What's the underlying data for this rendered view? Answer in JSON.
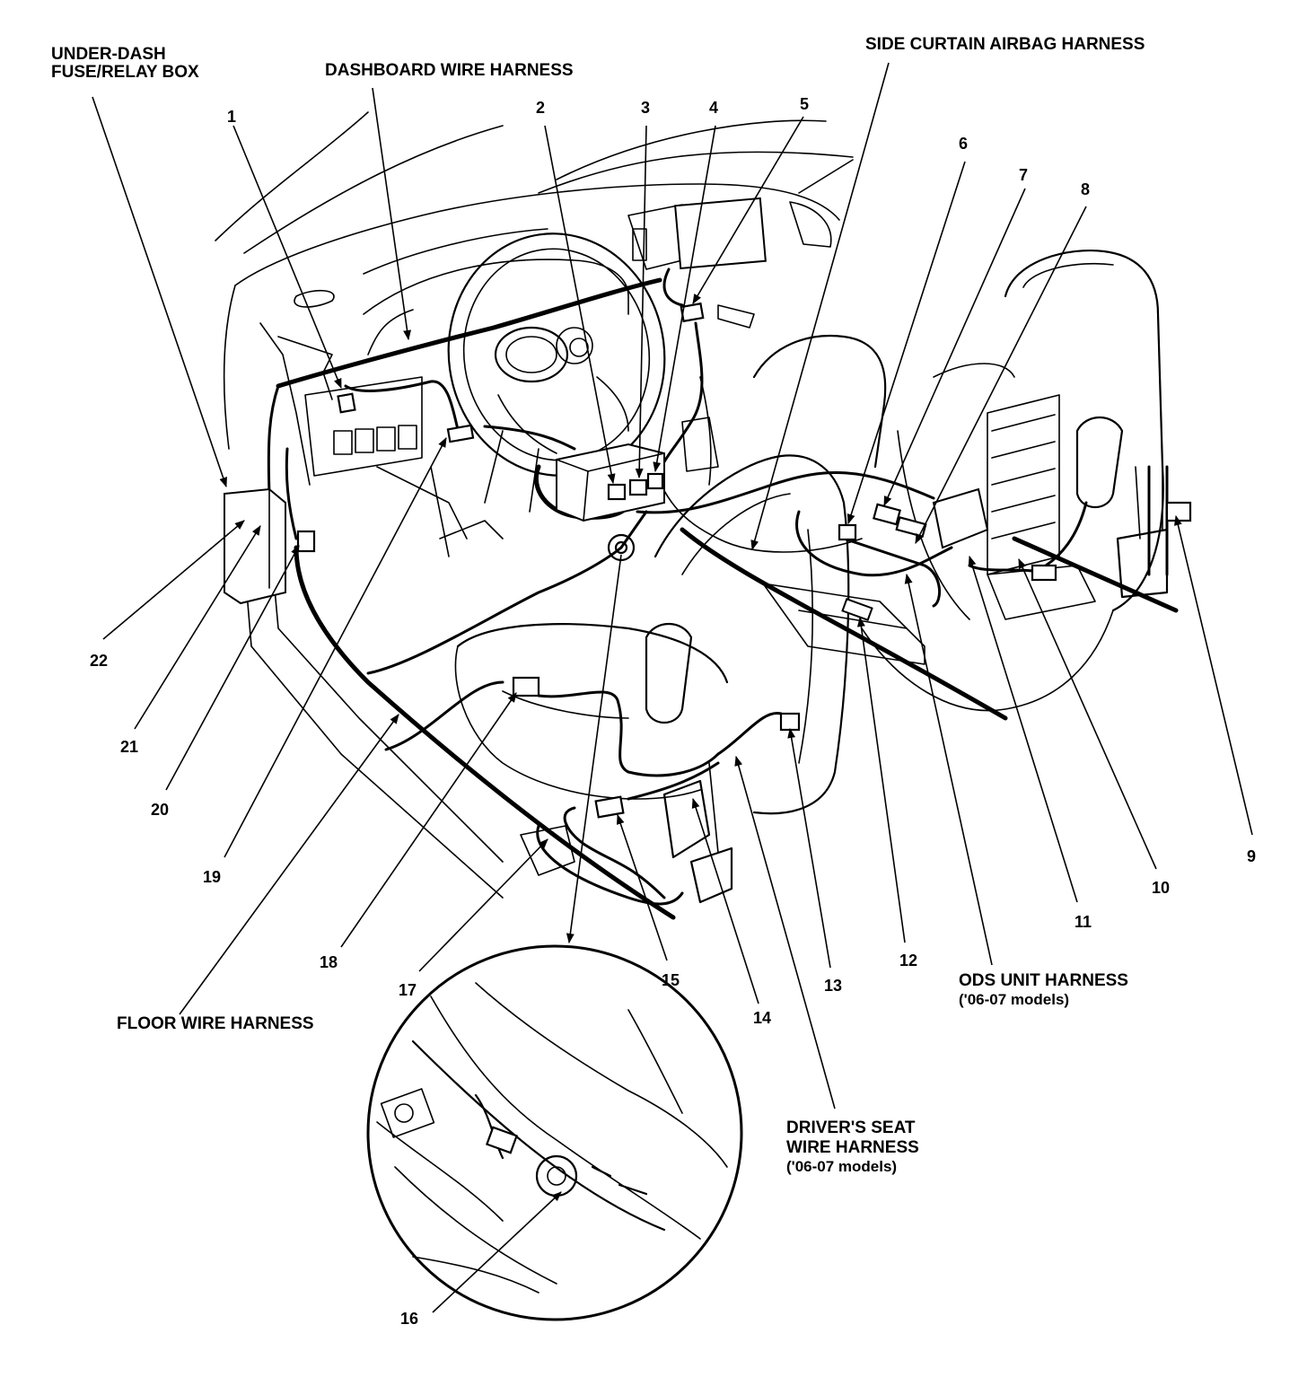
{
  "harness_labels": {
    "under_dash_line1": "UNDER-DASH",
    "under_dash_line2": "FUSE/RELAY BOX",
    "dashboard": "DASHBOARD WIRE HARNESS",
    "side_curtain": "SIDE CURTAIN AIRBAG HARNESS",
    "ods_unit": "ODS UNIT HARNESS",
    "ods_unit_note": "('06-07 models)",
    "floor": "FLOOR WIRE HARNESS",
    "drivers_seat_line1": "DRIVER'S SEAT",
    "drivers_seat_line2": "WIRE HARNESS",
    "drivers_seat_note": "('06-07 models)"
  },
  "callouts": [
    "1",
    "2",
    "3",
    "4",
    "5",
    "6",
    "7",
    "8",
    "9",
    "10",
    "11",
    "12",
    "13",
    "14",
    "15",
    "16",
    "17",
    "18",
    "19",
    "20",
    "21",
    "22"
  ]
}
